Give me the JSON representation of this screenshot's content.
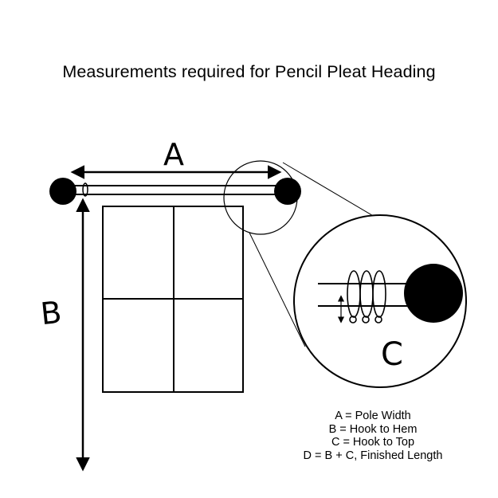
{
  "title": "Measurements required for Pencil Pleat Heading",
  "labels": {
    "a": "A",
    "b": "B",
    "c": "C"
  },
  "legend": [
    "A = Pole Width",
    "B = Hook to Hem",
    "C = Hook to Top",
    "D = B + C, Finished Length"
  ],
  "colors": {
    "ink": "#000000",
    "background": "#ffffff"
  }
}
